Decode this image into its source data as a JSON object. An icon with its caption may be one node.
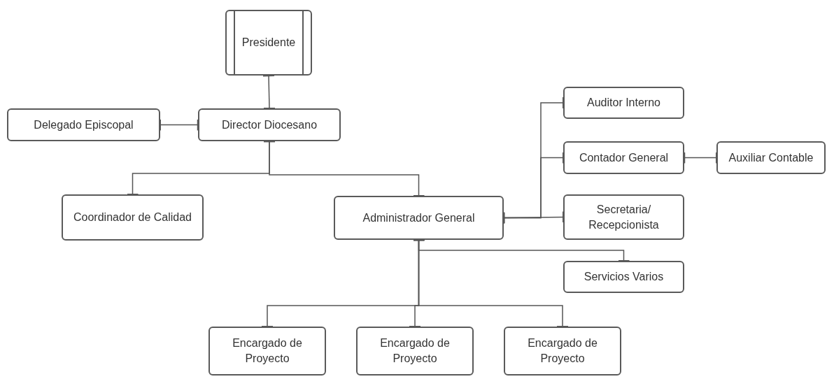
{
  "diagram": {
    "nodes": [
      {
        "text": [
          "Presidente"
        ]
      },
      {
        "text": [
          "Director Diocesano"
        ]
      },
      {
        "text": [
          "Delegado Episcopal"
        ]
      },
      {
        "text": [
          "Coordinador de Calidad"
        ]
      },
      {
        "text": [
          "Administrador General"
        ]
      },
      {
        "text": [
          "Auditor Interno"
        ]
      },
      {
        "text": [
          "Contador General"
        ]
      },
      {
        "text": [
          "Auxiliar Contable"
        ]
      },
      {
        "text": [
          "Secretaria/ Recepcionista"
        ]
      },
      {
        "text": [
          "Servicios Varios"
        ]
      },
      {
        "text": [
          "Encargado de Proyecto"
        ]
      },
      {
        "text": [
          "Encargado de Proyecto"
        ]
      },
      {
        "text": [
          "Encargado de Proyecto"
        ]
      }
    ],
    "edges": [
      {
        "from": 0,
        "to": 1,
        "arrow": "other"
      },
      {
        "from": 1,
        "to": 2,
        "arrow": "other"
      },
      {
        "from": 1,
        "to": 3,
        "arrow": "other"
      },
      {
        "from": 1,
        "to": 4,
        "arrow": "other"
      },
      {
        "from": 4,
        "to": 5,
        "arrow": "other"
      },
      {
        "from": 4,
        "to": 6,
        "arrow": "other"
      },
      {
        "from": 4,
        "to": 8,
        "arrow": "other"
      },
      {
        "from": 4,
        "to": 9,
        "arrow": "other"
      },
      {
        "from": 6,
        "to": 7,
        "arrow": "other"
      },
      {
        "from": 4,
        "to": 10,
        "arrow": "other"
      },
      {
        "from": 4,
        "to": 11,
        "arrow": "other"
      },
      {
        "from": 4,
        "to": 12,
        "arrow": "other"
      }
    ]
  }
}
